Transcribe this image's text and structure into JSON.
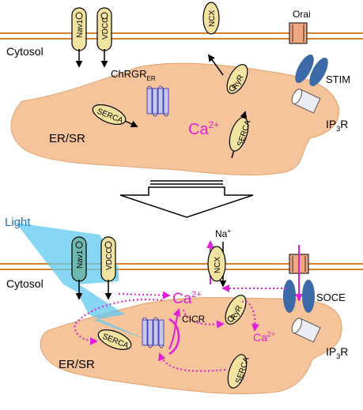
{
  "colors": {
    "membrane": "#d9822b",
    "er_fill": "#f6c49a",
    "channel_fill": "#f3e3a0",
    "magenta": "#e020d8",
    "stim": "#3c6aa8",
    "light": "#5fc8f0",
    "light_text": "#1e73be",
    "chr": "#4a4ab8"
  },
  "top_panel": {
    "cytosol_label": "Cytosol",
    "nav1_label": "Nav1",
    "vdcc_label": "VDCC",
    "ncx_label": "NCX",
    "orai_label": "Orai",
    "chrgr_label": "ChRGR",
    "chrgr_subscript": "ER",
    "ryr_label": "RyR",
    "stim_label": "STIM",
    "serca_left_label": "SERCA",
    "serca_right_label": "SERCA",
    "ca_label": "Ca",
    "ca_superscript": "2+",
    "er_label": "ER/SR",
    "ip3r_label": "IP",
    "ip3r_subscript": "3",
    "ip3r_suffix": "R"
  },
  "bottom_panel": {
    "light_label": "Light",
    "cytosol_label": "Cytosol",
    "nav1_label": "Nav1",
    "vdcc_label": "VDCC",
    "ncx_label": "NCX",
    "na_label": "Na",
    "na_superscript": "+",
    "ca_center_label": "Ca",
    "ca_center_superscript": "2+",
    "cicr_label": "CICR",
    "ryr_label": "RyR",
    "ca_right_label": "Ca",
    "ca_right_superscript": "2+",
    "soce_label": "SOCE",
    "serca_left_label": "SERCA",
    "serca_right_label": "SERCA",
    "er_label": "ER/SR",
    "ip3r_label": "IP",
    "ip3r_subscript": "3",
    "ip3r_suffix": "R"
  }
}
